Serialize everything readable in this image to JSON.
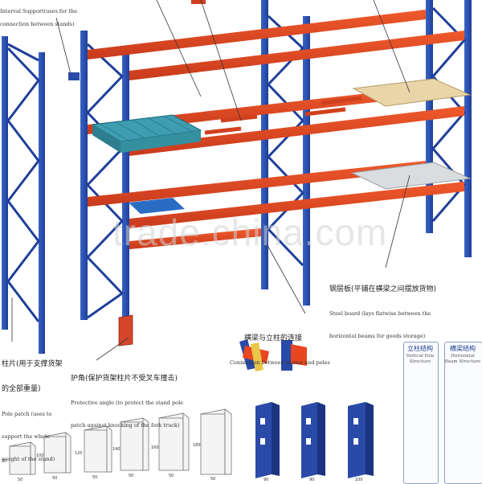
{
  "labels": {
    "interval_support_en_line1": "Interval Support(uses for the",
    "interval_support_en_line2": "connection between stands)",
    "steel_board_cn": "钢层板(平铺在横梁之间摆放货物)",
    "steel_board_en_line1": "Steel board (lays flatwise between the",
    "steel_board_en_line2": "horizontal beams for goods storage)",
    "beam_pole_cn": "横梁与立柱的连接",
    "beam_pole_en": "Connection between beams and poles",
    "pole_patch_cn_line1": "柱片(用于支撑货架",
    "pole_patch_cn_line2": "的全部重量)",
    "pole_patch_en_line1": "Pole patch (uses to",
    "pole_patch_en_line2": "support the whole",
    "pole_patch_en_line3": "weight of the stand)",
    "protect_cn": "护角(保护货架柱片不受叉车撞击)",
    "protect_en_line1": "Protective angle (to protect the stand pole",
    "protect_en_line2": "patch against knocking of the fork truck)",
    "pole_structure_cn": "立柱结构",
    "pole_structure_en_line1": "Vertical Pole",
    "pole_structure_en_line2": "Structure",
    "beam_structure_cn": "横梁结构",
    "beam_structure_en_line1": "Horizontal",
    "beam_structure_en_line2": "Beam Structure"
  },
  "watermark": "trade.china.com",
  "dimension_boxes": [
    {
      "h": "80",
      "w": "50"
    },
    {
      "h": "100",
      "w": "50"
    },
    {
      "h": "120",
      "w": "50"
    },
    {
      "h": "140",
      "w": "50"
    },
    {
      "h": "160",
      "w": "50"
    },
    {
      "h": "180",
      "w": "50"
    }
  ],
  "pole_sections": [
    {
      "w": "90"
    },
    {
      "w": "90"
    },
    {
      "w": "100"
    }
  ],
  "colors": {
    "upright_blue": "#1f3f9a",
    "upright_blue_light": "#3a63c4",
    "beam_orange": "#e8461f",
    "beam_orange_dark": "#b8301a",
    "pallet_teal": "#3e9db0",
    "board_wood": "#e9d5a8",
    "board_steel": "#d9dde0",
    "outline": "#555555"
  }
}
